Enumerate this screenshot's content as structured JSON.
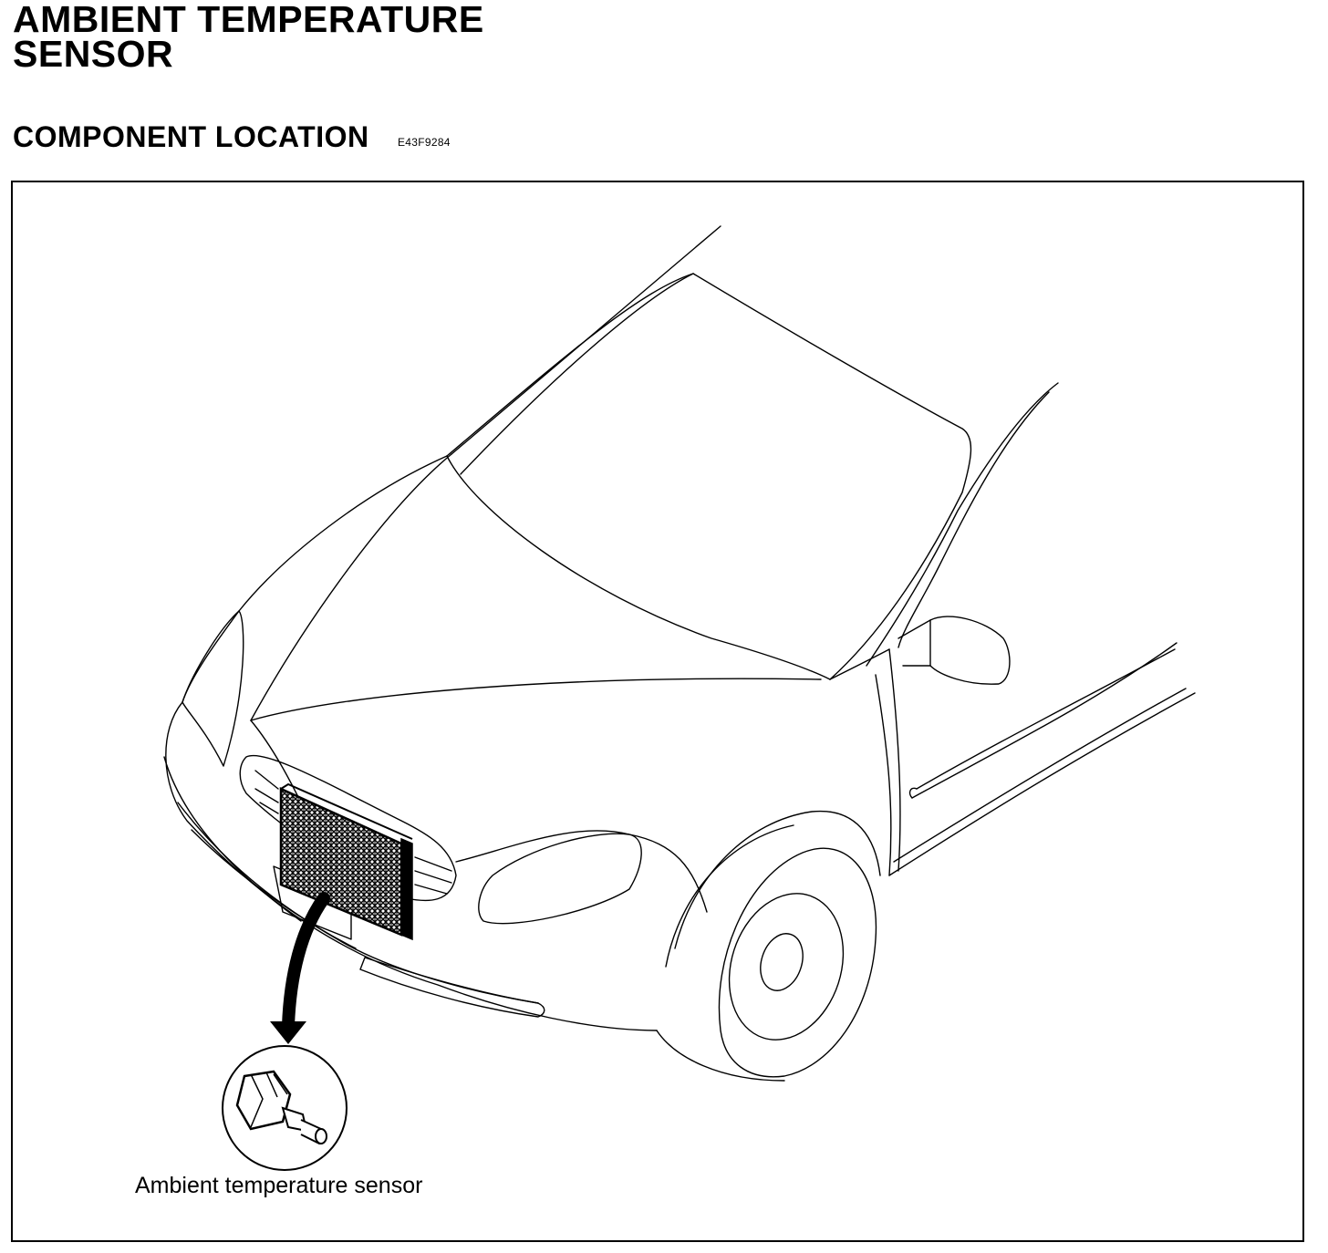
{
  "header": {
    "title_line1": "AMBIENT TEMPERATURE",
    "title_line2": "SENSOR",
    "section_title": "COMPONENT LOCATION",
    "figure_code": "E43F9284"
  },
  "figure": {
    "callout_label": "Ambient temperature sensor",
    "icons": [
      "car-illustration",
      "condenser-grille",
      "callout-arrow",
      "sensor-detail-circle"
    ]
  }
}
